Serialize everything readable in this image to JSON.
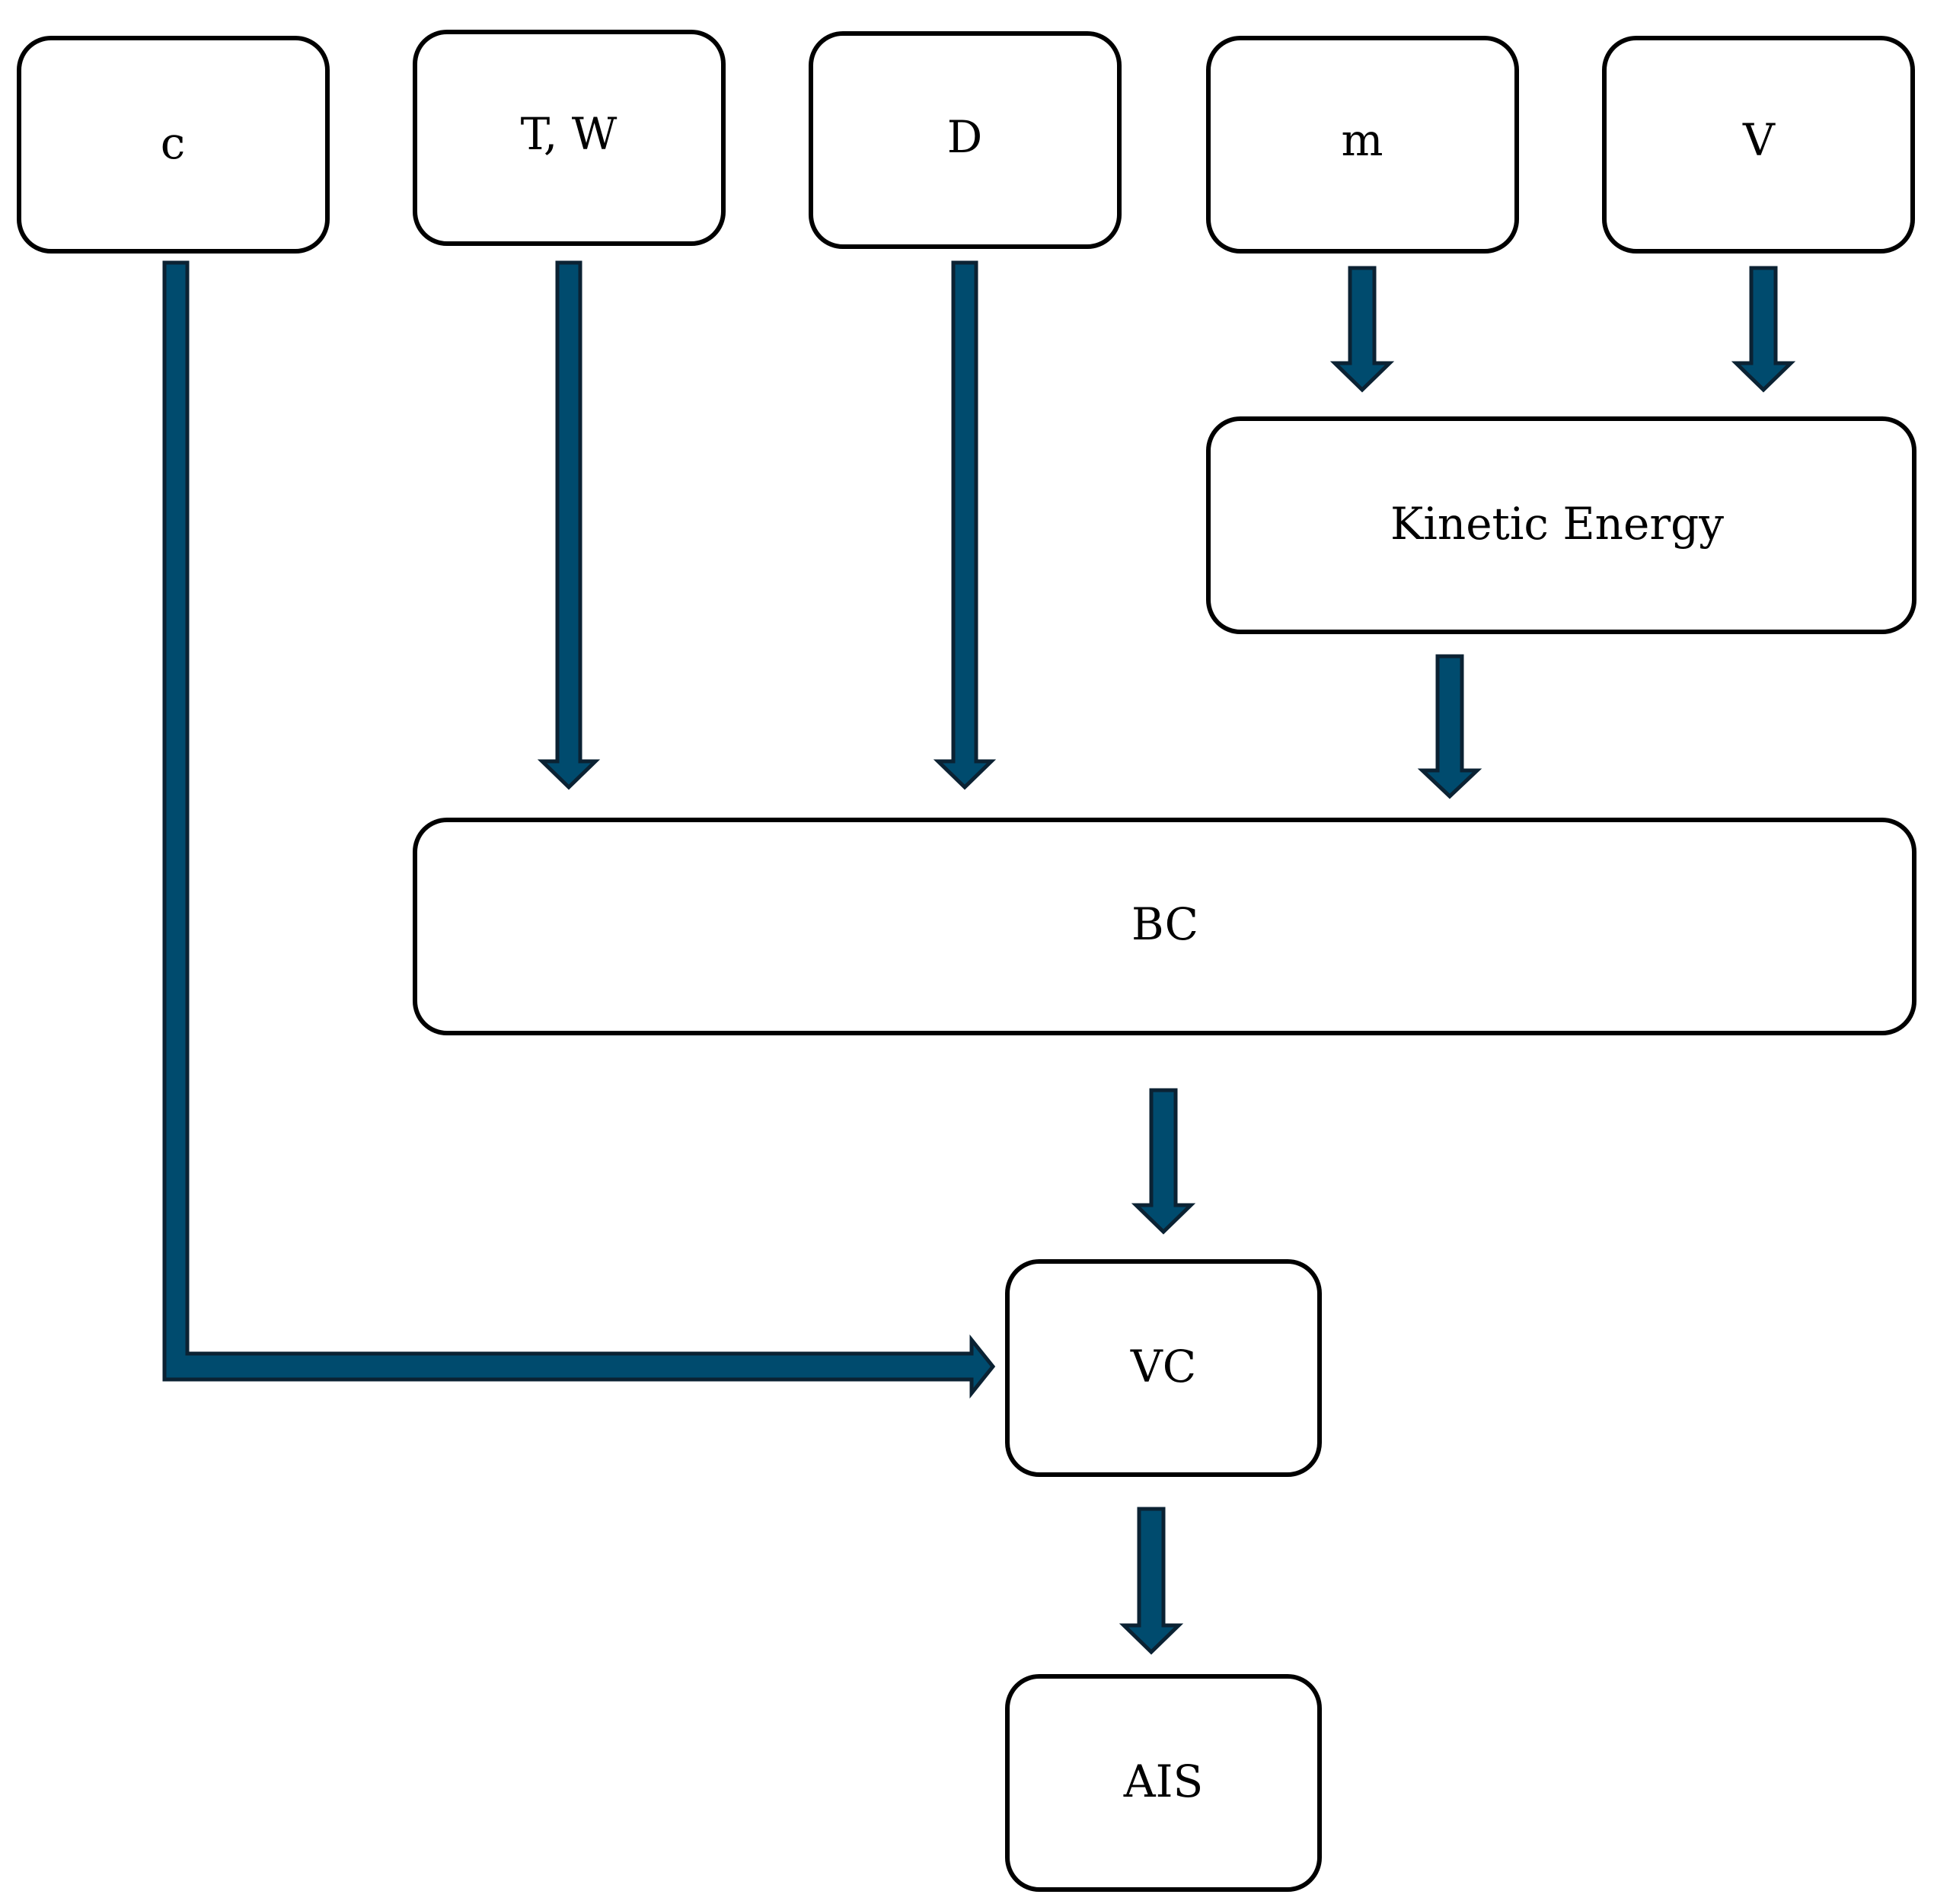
{
  "colors": {
    "arrow_fill": "#004b6e",
    "arrow_outline": "#0b2233",
    "box_border": "#000000",
    "box_fill": "#ffffff"
  },
  "nodes": {
    "c": "c",
    "tw": "T, W",
    "d": "D",
    "m": "m",
    "v": "V",
    "kinetic_energy": "Kinetic Energy",
    "bc": "BC",
    "vc": "VC",
    "ais": "AIS"
  },
  "edges": [
    {
      "from": "c",
      "to": "vc"
    },
    {
      "from": "tw",
      "to": "bc"
    },
    {
      "from": "d",
      "to": "bc"
    },
    {
      "from": "m",
      "to": "kinetic_energy"
    },
    {
      "from": "v",
      "to": "kinetic_energy"
    },
    {
      "from": "kinetic_energy",
      "to": "bc"
    },
    {
      "from": "bc",
      "to": "vc"
    },
    {
      "from": "vc",
      "to": "ais"
    }
  ]
}
